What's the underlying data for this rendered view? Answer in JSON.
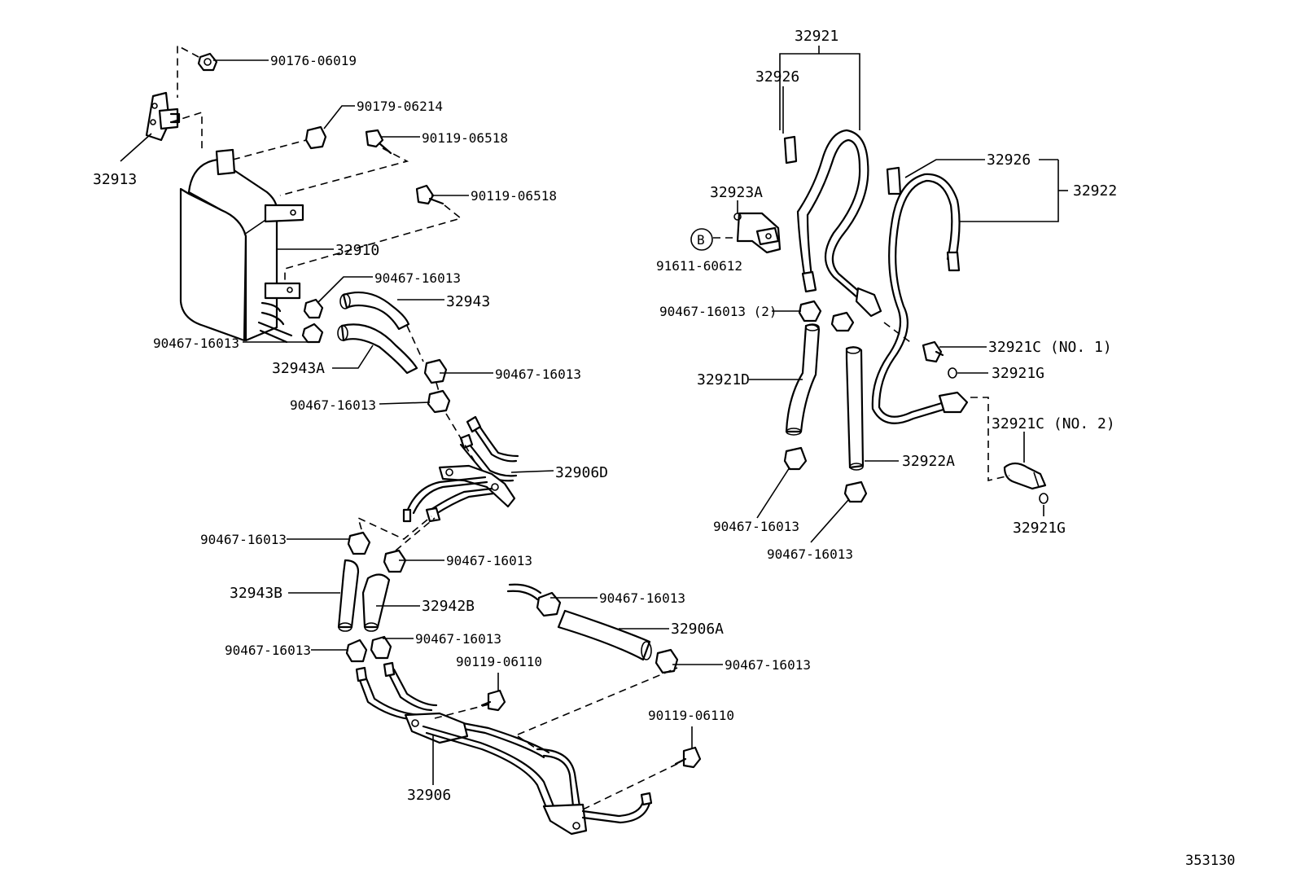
{
  "labels": {
    "l_90176_06019": "90176-06019",
    "l_32913": "32913",
    "l_90179_06214": "90179-06214",
    "l_90119_06518_a": "90119-06518",
    "l_90119_06518_b": "90119-06518",
    "l_32910": "32910",
    "l_90467_16013_c1": "90467-16013",
    "l_32943": "32943",
    "l_90467_16013_c2": "90467-16013",
    "l_32943A": "32943A",
    "l_90467_16013_c3": "90467-16013",
    "l_90467_16013_c4": "90467-16013",
    "l_32906D": "32906D",
    "l_90467_16013_c5": "90467-16013",
    "l_90467_16013_c6": "90467-16013",
    "l_32943B": "32943B",
    "l_32942B": "32942B",
    "l_90467_16013_c7": "90467-16013",
    "l_90467_16013_c8": "90467-16013",
    "l_90119_06110_a": "90119-06110",
    "l_90467_16013_c9": "90467-16013",
    "l_32906A": "32906A",
    "l_90467_16013_c10": "90467-16013",
    "l_90119_06110_b": "90119-06110",
    "l_32906": "32906",
    "l_32921": "32921",
    "l_32926_a": "32926",
    "l_32923A": "32923A",
    "l_B": "B",
    "l_91611_60612": "91611-60612",
    "l_32926_b": "32926",
    "l_32922": "32922",
    "l_90467_16013_2": "90467-16013 (2)",
    "l_32921C_1": "32921C (NO. 1)",
    "l_32921G_a": "32921G",
    "l_32921D": "32921D",
    "l_32921C_2": "32921C (NO. 2)",
    "l_32922A": "32922A",
    "l_32921G_b": "32921G",
    "l_90467_16013_c11": "90467-16013",
    "l_90467_16013_c12": "90467-16013",
    "l_ref": "353130"
  }
}
